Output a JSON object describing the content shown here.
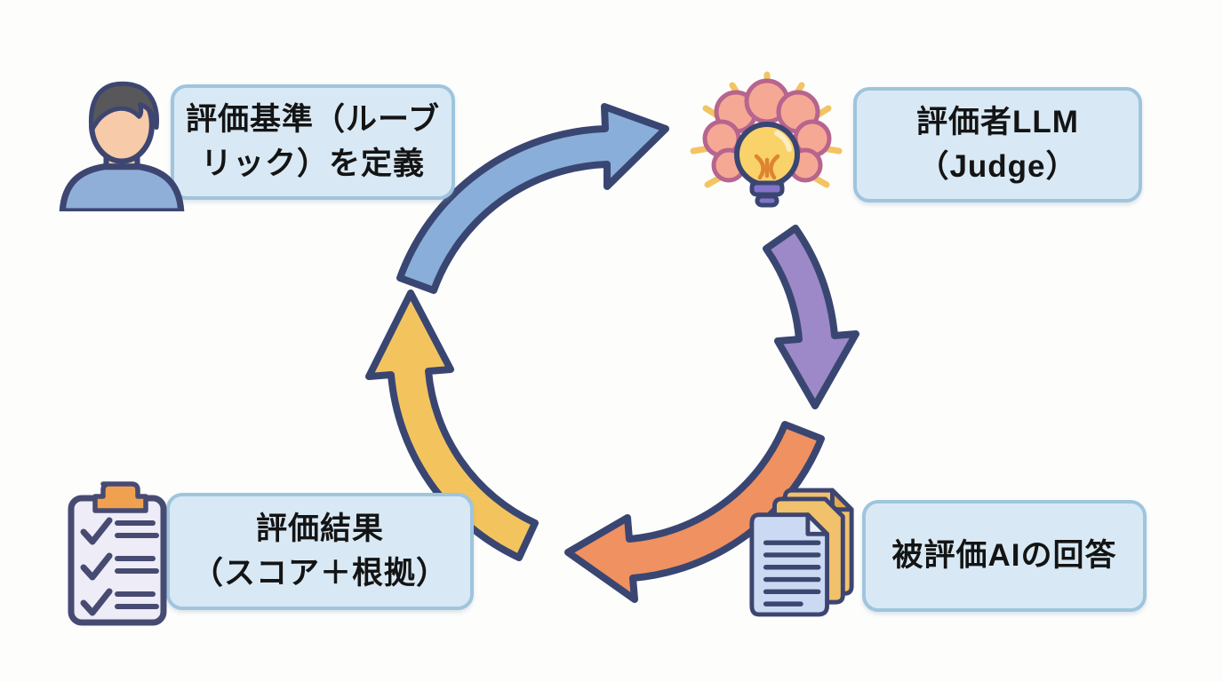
{
  "diagram": {
    "nodes": [
      {
        "id": "define-rubric",
        "icon": "person-icon",
        "label_lines": [
          "評価基準（ルーブ",
          "リック）を定義"
        ]
      },
      {
        "id": "judge-llm",
        "icon": "brain-lightbulb-icon",
        "label_lines": [
          "評価者LLM",
          "（Judge）"
        ]
      },
      {
        "id": "evaluated-ai-answer",
        "icon": "documents-icon",
        "label_lines": [
          "被評価AIの回答"
        ]
      },
      {
        "id": "evaluation-result",
        "icon": "clipboard-checklist-icon",
        "label_lines": [
          "評価結果",
          "（スコア＋根拠）"
        ]
      }
    ],
    "arrows": [
      {
        "id": "arrow-define-to-judge",
        "direction": "clockwise-top",
        "color": "#89AED9"
      },
      {
        "id": "arrow-judge-to-answer",
        "direction": "clockwise-right",
        "color": "#9D89C7"
      },
      {
        "id": "arrow-answer-to-result",
        "direction": "clockwise-bottom",
        "color": "#EF9160"
      },
      {
        "id": "arrow-result-to-define",
        "direction": "clockwise-left",
        "color": "#F3C45E"
      }
    ],
    "colors": {
      "background": "#FDFDFC",
      "box_fill": "#D8E9F5",
      "box_border": "#9FC5DD",
      "label_text": "#141414",
      "arrow_outline": "#3A4672",
      "skin": "#F7CBA9",
      "hair": "#58585B",
      "shirt": "#8FAFD8",
      "brain": "#F5A894",
      "brain_outline": "#B7648E",
      "bulb_glass": "#F9D269",
      "bulb_base": "#8474C8",
      "ray": "#F2C462",
      "paper_back": "#F2C16B",
      "paper_front": "#CBD9F2",
      "clipboard_body": "#EDECF7",
      "clipboard_clip": "#F0A150",
      "clipboard_marks": "#474B72"
    }
  }
}
